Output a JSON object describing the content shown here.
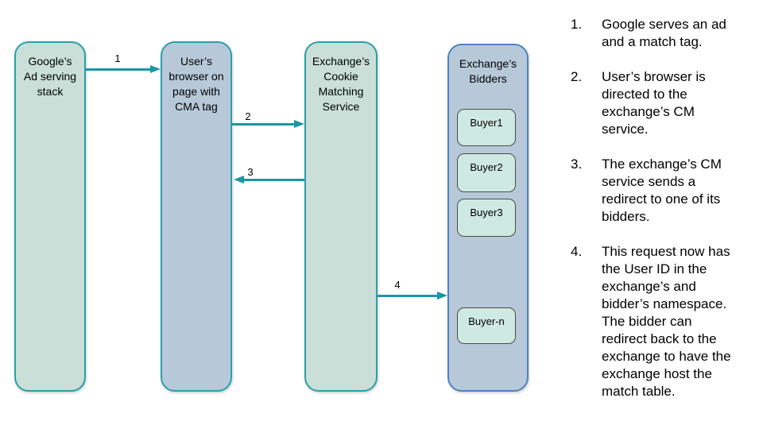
{
  "colors": {
    "background": "#ffffff",
    "service_fill_green": "#c9dfd8",
    "service_border_teal": "#2a9fab",
    "browser_fill_blue": "#b7c9d9",
    "bidders_border_blue": "#4d83c3",
    "buyer_fill": "#cee9e1",
    "buyer_border": "#4b4b4b",
    "arrow_teal": "#1b96a4",
    "text": "#000000"
  },
  "diagram": {
    "nodes": {
      "google": {
        "label": "Google’s\nAd serving\nstack"
      },
      "browser": {
        "label": "User’s\nbrowser on\npage with\nCMA tag"
      },
      "cm_service": {
        "label": "Exchange’s\nCookie\nMatching\nService"
      },
      "bidders": {
        "label": "Exchange’s\nBidders"
      }
    },
    "buyers": [
      "Buyer1",
      "Buyer2",
      "Buyer3",
      "Buyer-n"
    ],
    "arrows": [
      {
        "label": "1",
        "from": "google",
        "to": "browser"
      },
      {
        "label": "2",
        "from": "browser",
        "to": "cm_service"
      },
      {
        "label": "3",
        "from": "cm_service",
        "to": "browser"
      },
      {
        "label": "4",
        "from": "cm_service",
        "to": "bidders"
      }
    ]
  },
  "steps": [
    {
      "num": "1.",
      "text": "Google serves an ad\nand a match tag."
    },
    {
      "num": "2.",
      "text": "User’s browser is\ndirected to the\nexchange’s CM\nservice."
    },
    {
      "num": "3.",
      "text": "The exchange’s CM\nservice sends a\nredirect to one of its\nbidders."
    },
    {
      "num": "4.",
      "text": "This request now has\nthe User ID in the\nexchange’s and\nbidder’s namespace.\nThe bidder can\nredirect back to the\nexchange to have the\nexchange host the\nmatch table."
    }
  ]
}
